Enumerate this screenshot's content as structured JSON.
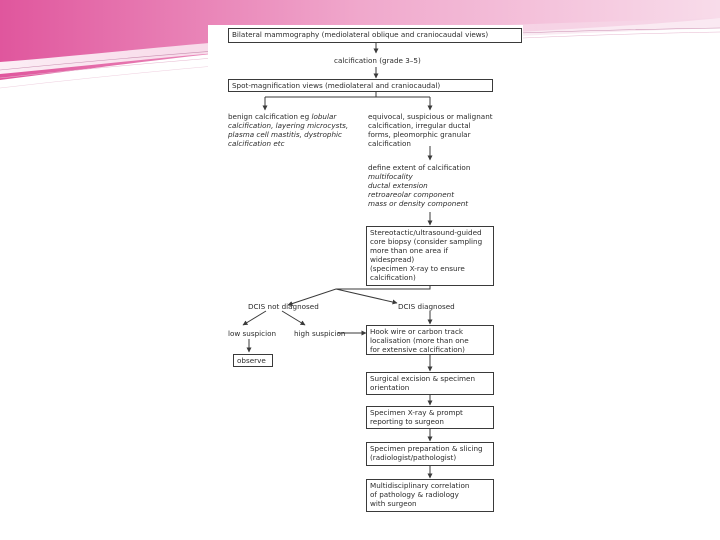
{
  "flowchart": {
    "top_box": "Bilateral mammography (mediolateral oblique and craniocaudal views)",
    "calcification_label": "calcification (grade 3–5)",
    "spot_box": "Spot-magnification views (mediolateral and craniocaudal)",
    "benign_text": {
      "prefix": "benign calcification eg ",
      "italic_lines": [
        "lobular",
        "calcification, layering microcysts,",
        "plasma cell mastitis, dystrophic",
        "calcification etc"
      ]
    },
    "equivocal_lines": [
      "equivocal, suspicious or malignant",
      "calcification, irregular ductal",
      "forms, pleomorphic granular",
      "calcification"
    ],
    "define_lines": [
      "define extent of calcification"
    ],
    "define_italic_lines": [
      "multifocality",
      "ductal extension",
      "retroareolar component",
      "mass or density component"
    ],
    "biopsy_lines": [
      "Stereotactic/ultrasound-guided",
      "core biopsy (consider sampling",
      "more than one area if",
      "widespread)",
      "(specimen X-ray to ensure",
      "calcification)"
    ],
    "dcis_not": "DCIS not diagnosed",
    "dcis_yes": "DCIS diagnosed",
    "low_suspicion": "low suspicion",
    "high_suspicion": "high suspicion",
    "observe": "observe",
    "hookwire_lines": [
      "Hook wire or carbon track",
      "localisation (more than one",
      "for extensive calcification)"
    ],
    "excision_lines": [
      "Surgical excision & specimen",
      "orientation"
    ],
    "xray_lines": [
      "Specimen X-ray & prompt",
      "reporting to surgeon"
    ],
    "prep_lines": [
      "Specimen preparation & slicing",
      "(radiologist/pathologist)"
    ],
    "mdt_lines": [
      "Multidisciplinary correlation",
      "of pathology & radiology",
      "with surgeon"
    ]
  },
  "colors": {
    "header_pink": "#d8408e",
    "header_light": "#f3c6de",
    "line_color": "#3a3a3a"
  }
}
